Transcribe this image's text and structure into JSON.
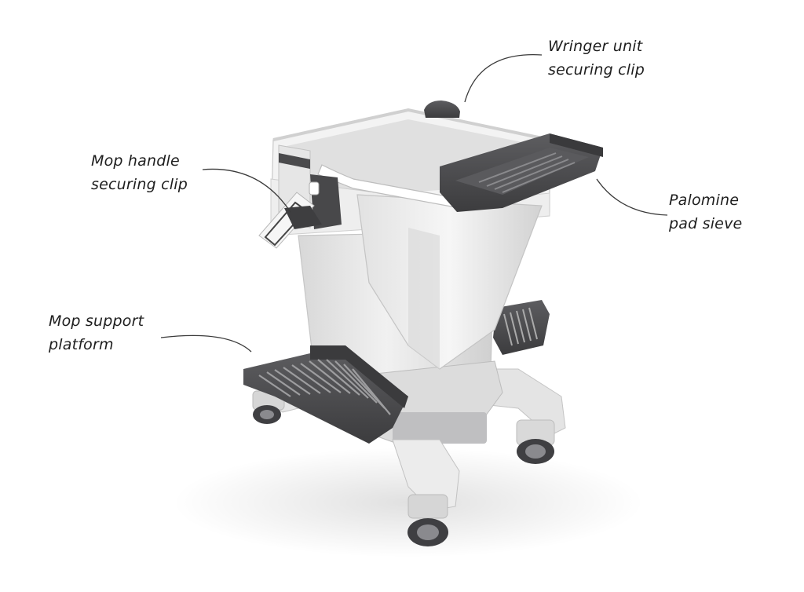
{
  "callouts": {
    "wringer_clip": {
      "line1": "Wringer unit",
      "line2": "securing clip"
    },
    "mop_handle_clip": {
      "line1": "Mop handle",
      "line2": "securing clip"
    },
    "palomine_sieve": {
      "line1": "Palomine",
      "line2": "pad sieve"
    },
    "mop_platform": {
      "line1": "Mop support",
      "line2": "platform"
    }
  },
  "colors": {
    "bucket_body": "#ebebeb",
    "bucket_shadow": "#c9c9c9",
    "dark_parts": "#4a4a4c",
    "leader_line": "#3a3a3a",
    "text": "#1e1e1e"
  }
}
